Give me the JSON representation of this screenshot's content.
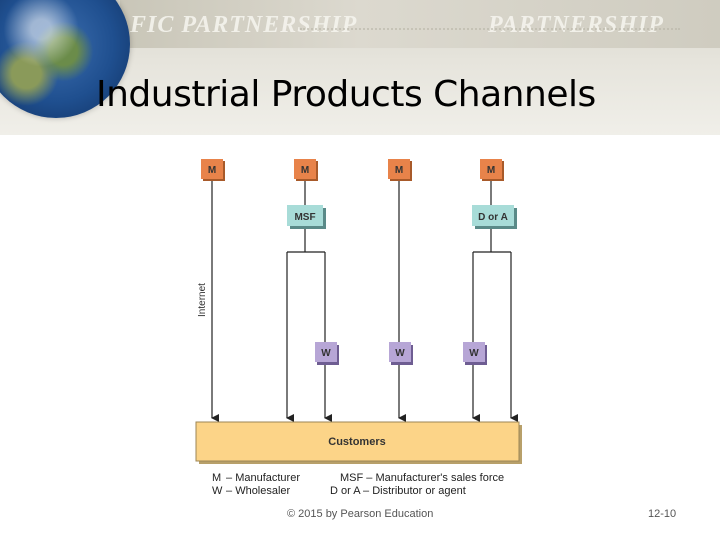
{
  "slide": {
    "title": "Industrial Products Channels",
    "banner_text_left": "FIC PARTNERSHIP",
    "banner_text_right": "PARTNERSHIP",
    "footer_copyright": "© 2015 by Pearson Education",
    "footer_page": "12-10"
  },
  "diagram": {
    "producers": [
      "M",
      "M",
      "M",
      "M"
    ],
    "intermediaries": [
      "MSF",
      "D or A"
    ],
    "wholesalers": [
      "W",
      "W",
      "W"
    ],
    "customers_label": "Customers",
    "internet_label": "Internet",
    "colors": {
      "manufacturer": "#e8834a",
      "manufacturer_shadow": "#a85a2a",
      "intermediary": "#a8dcd8",
      "wholesaler": "#b7a6d6",
      "customers": "#fcd488"
    }
  },
  "legend": [
    {
      "abbr": "M",
      "dash": "–",
      "meaning": "Manufacturer"
    },
    {
      "abbr": "W",
      "dash": "–",
      "meaning": "Wholesaler"
    },
    {
      "abbr": "MSF",
      "dash": "–",
      "meaning": "Manufacturer's sales force"
    },
    {
      "abbr": "D or A",
      "dash": "–",
      "meaning": "Distributor or agent"
    }
  ]
}
